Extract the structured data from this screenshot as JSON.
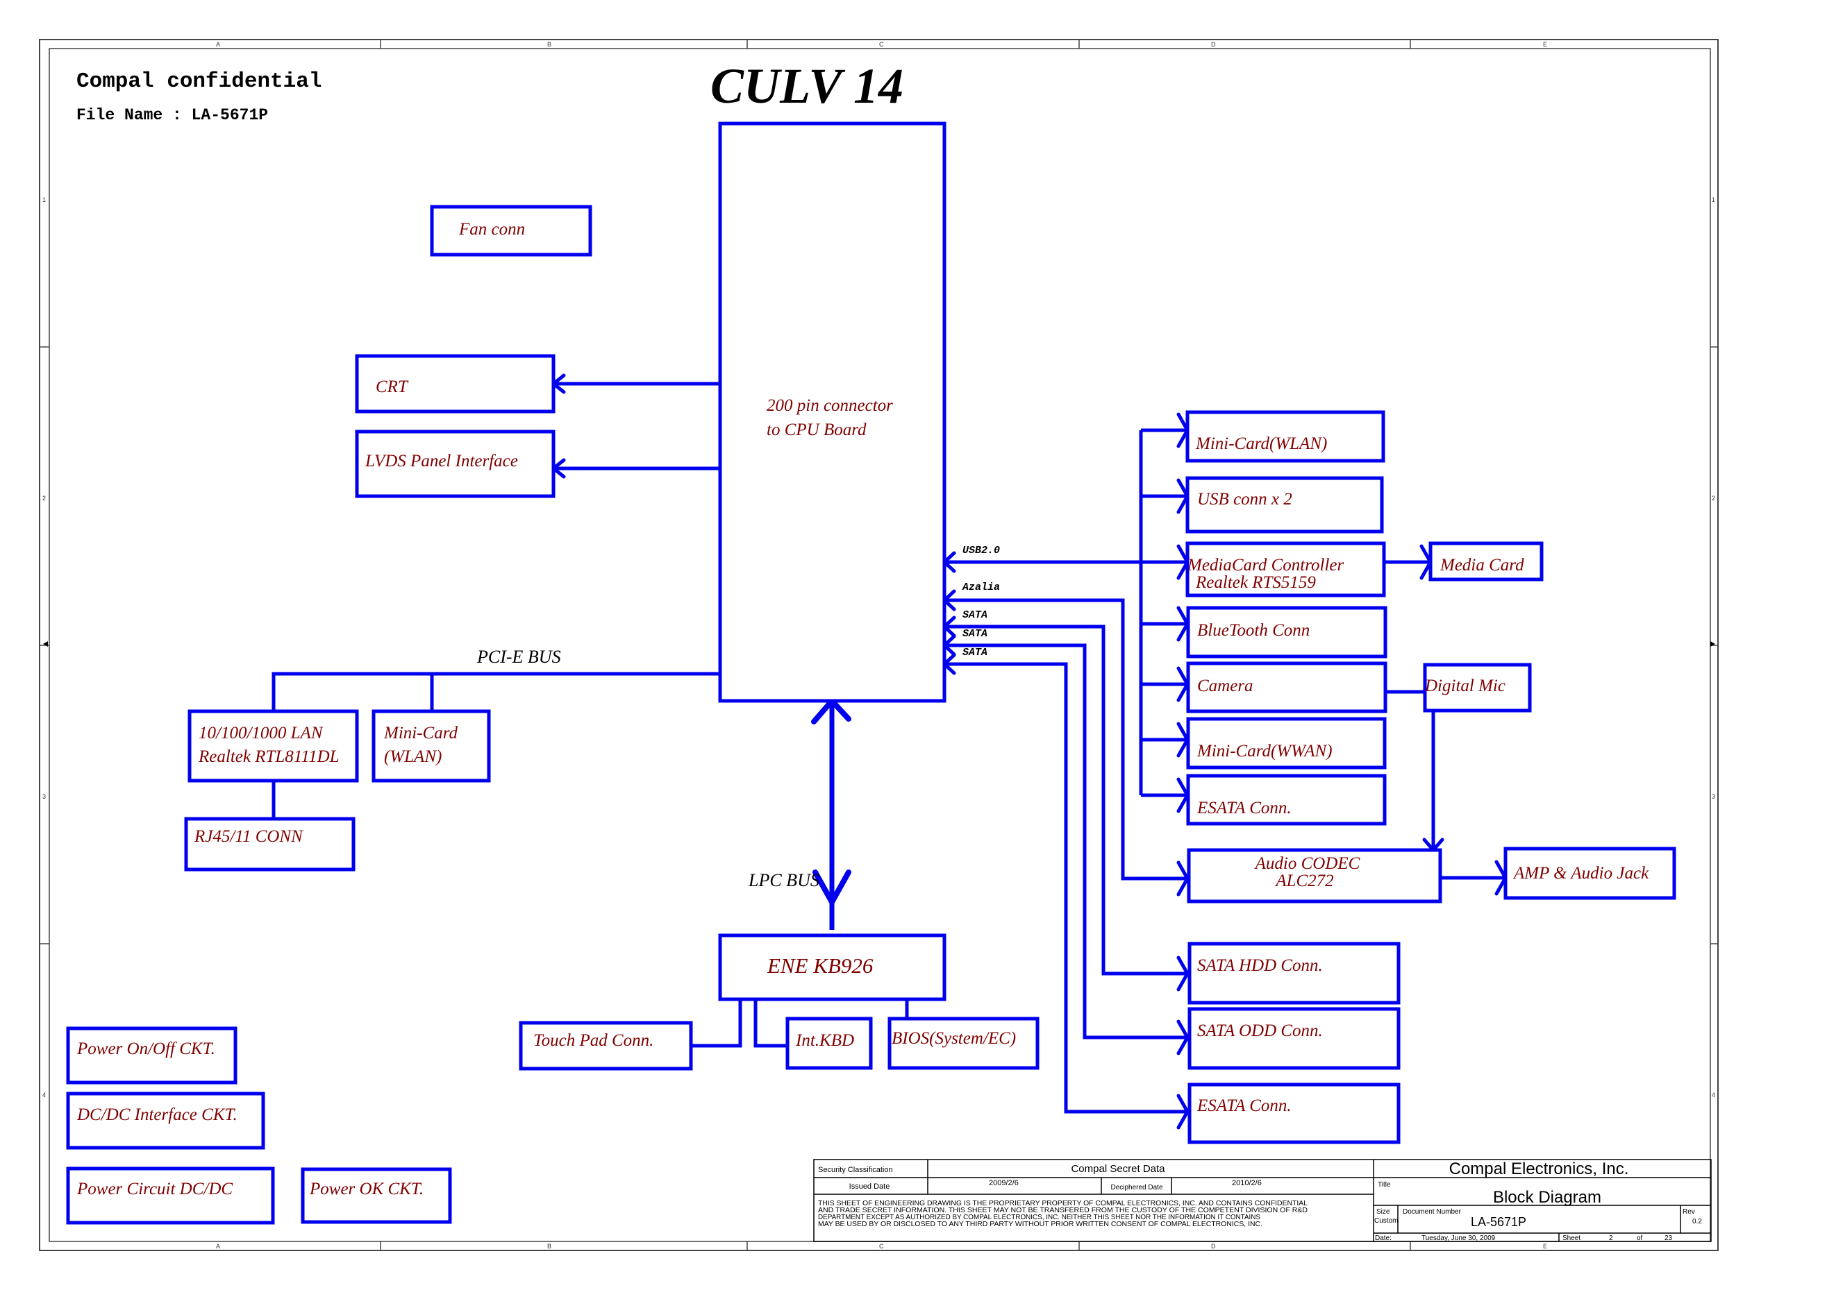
{
  "header": {
    "confidential": "Compal confidential",
    "file_name": "File Name : LA-5671P",
    "title": "CULV 14"
  },
  "frame": {
    "columns": [
      "A",
      "B",
      "C",
      "D",
      "E"
    ],
    "rows": [
      "1",
      "2",
      "3",
      "4"
    ]
  },
  "center": {
    "connector_line1": "200 pin connector",
    "connector_line2": "to CPU Board"
  },
  "buses": {
    "pcie": "PCI-E BUS",
    "lpc": "LPC BUS"
  },
  "signals": {
    "usb": "USB2.0",
    "azalia": "Azalia",
    "sata1": "SATA",
    "sata2": "SATA",
    "sata3": "SATA"
  },
  "blocks": {
    "fan": "Fan conn",
    "crt": "CRT",
    "lvds": "LVDS Panel Interface",
    "lan_line1": "10/100/1000 LAN",
    "lan_line2": "Realtek RTL8111DL",
    "minicard_left_line1": "Mini-Card",
    "minicard_left_line2": "(WLAN)",
    "rj45": "RJ45/11 CONN",
    "ene": "ENE KB926",
    "touchpad": "Touch Pad Conn.",
    "kbd": "Int.KBD",
    "bios": "BIOS(System/EC)",
    "minicard_wlan": "Mini-Card(WLAN)",
    "usb_conn": "USB conn x 2",
    "mediacard_ctrl_line1": "MediaCard Controller",
    "mediacard_ctrl_line2": "Realtek RTS5159",
    "media_card": "Media Card",
    "bluetooth": "BlueTooth Conn",
    "camera": "Camera",
    "digital_mic": "Digital Mic",
    "minicard_wwan": "Mini-Card(WWAN)",
    "esata1": "ESATA  Conn.",
    "codec_line1": "Audio CODEC",
    "codec_line2": "ALC272",
    "amp": "AMP & Audio Jack",
    "sata_hdd": "SATA HDD Conn.",
    "sata_odd": "SATA ODD Conn.",
    "esata2": "ESATA Conn.",
    "power_onoff": "Power On/Off CKT.",
    "dcdc_interface": "DC/DC Interface CKT.",
    "power_circuit": "Power Circuit DC/DC",
    "power_ok": "Power OK CKT."
  },
  "title_block": {
    "security_label": "Security Classification",
    "security_value": "Compal Secret Data",
    "issued_label": "Issued Date",
    "issued_value": "2009/2/6",
    "deciphered_label": "Deciphered Date",
    "deciphered_value": "2010/2/6",
    "notice_line1": "THIS SHEET OF ENGINEERING DRAWING IS THE PROPRIETARY PROPERTY OF COMPAL ELECTRONICS, INC. AND CONTAINS CONFIDENTIAL",
    "notice_line2": "AND TRADE SECRET INFORMATION. THIS SHEET MAY NOT BE TRANSFERED FROM THE CUSTODY OF THE COMPETENT DIVISION OF R&D",
    "notice_line3": "DEPARTMENT EXCEPT AS AUTHORIZED BY COMPAL ELECTRONICS, INC. NEITHER THIS SHEET NOR THE INFORMATION IT CONTAINS",
    "notice_line4": "MAY BE USED BY OR DISCLOSED TO ANY THIRD PARTY WITHOUT PRIOR WRITTEN CONSENT OF COMPAL ELECTRONICS, INC.",
    "company": "Compal Electronics, Inc.",
    "title_label": "Title",
    "title_value": "Block Diagram",
    "size_label": "Size",
    "size_value": "Custom",
    "docnum_label": "Document Number",
    "docnum_value": "LA-5671P",
    "rev_label": "Rev",
    "rev_value": "0.2",
    "date_label": "Date:",
    "date_value": "Tuesday, June 30, 2009",
    "sheet_label": "Sheet",
    "sheet_value": "2",
    "of_label": "of",
    "of_value": "23"
  }
}
